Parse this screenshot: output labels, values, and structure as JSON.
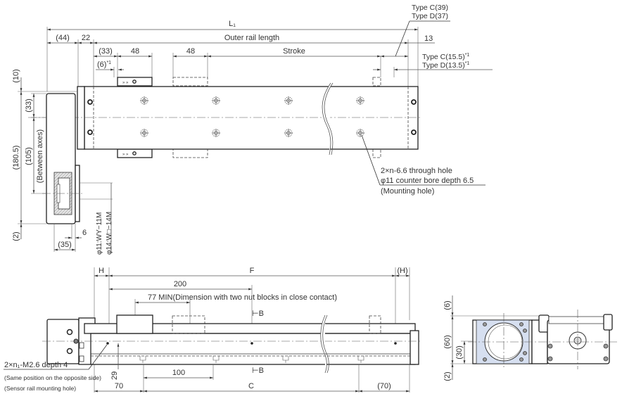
{
  "drawing": {
    "title": "Actuator dimension drawing",
    "top_view": {
      "dims_horizontal": {
        "l1": "L₁",
        "outer_rail_length": "Outer rail length",
        "stroke": "Stroke",
        "left_44": "(44)",
        "left_22": "22",
        "right_13": "13",
        "left_33": "(33)",
        "block_48_a": "48",
        "block_48_b": "48",
        "left_6": "(6)",
        "note_mark": "*1"
      },
      "type_labels_top": {
        "type_c": "Type C(39)",
        "type_d": "Type D(37)"
      },
      "type_labels_mid": {
        "type_c": "Type C(15.5)",
        "type_d": "Type D(13.5)",
        "mark": "*1"
      },
      "dims_vertical": {
        "top_10": "(10)",
        "d_33": "(33)",
        "d_180_5": "(180.5)",
        "d_105": "(105)",
        "between_axes": "(Between axes)",
        "bottom_2": "(2)"
      },
      "motor_dims": {
        "d_6": "6",
        "d_35": "(35)",
        "pulley_11": "φ11:WY−11M",
        "pulley_14": "φ14:W□−14M"
      },
      "mounting_hole_callout": {
        "line1": "2×n-6.6 through hole",
        "line2": "φ11 counter bore depth 6.5",
        "line3": "(Mounting hole)"
      }
    },
    "side_view": {
      "dims": {
        "h": "H",
        "f": "F",
        "h_right": "(H)",
        "d_200": "200",
        "d_77": "77 MIN(Dimension with two nut blocks in close contact)",
        "d_29": "29",
        "d_100": "100",
        "d_70": "70",
        "c": "C",
        "d_70_right": "(70)"
      },
      "section_marks": {
        "top": "B",
        "bottom": "B"
      },
      "sensor_callout": {
        "line1": "2×n₁-M2.6 depth 4",
        "line2": "(Same position on the opposite side)",
        "line3": "(Sensor rail mounting hole)"
      }
    },
    "end_view": {
      "dims": {
        "d_6": "(6)",
        "d_60": "(60)",
        "d_30": "(30)",
        "d_2": "(2)"
      }
    }
  },
  "colors": {
    "plate_fill": "#d6dff0",
    "line": "#222222",
    "text": "#333333"
  }
}
